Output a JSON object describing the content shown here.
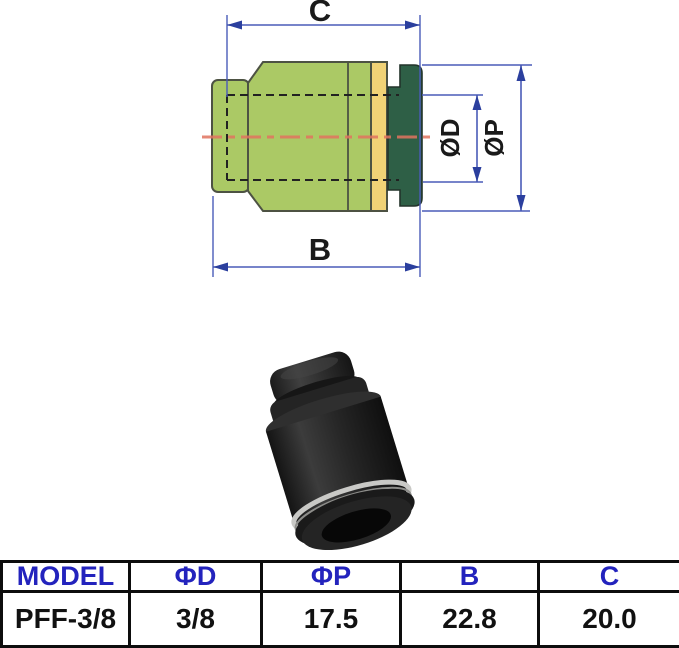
{
  "drawing": {
    "dim_c_label": "C",
    "dim_b_label": "B",
    "dim_d_label": "ØD",
    "dim_p_label": "ØP",
    "colors": {
      "body_green": "#abc965",
      "ring_yellow": "#f1d276",
      "cap_dark_green": "#2e5f46",
      "outline_dark": "#4d5243",
      "dimension_blue": "#4a5cb8",
      "arrow_navy": "#2b3f9e",
      "centerline_orange": "#e0735f",
      "hidden_line_black": "#222222"
    }
  },
  "photo": {
    "colors": {
      "body_black": "#1f1f1f",
      "highlight_gray": "#3c3c3c",
      "ring_silver": "#c9c9c6",
      "bore_dark": "#070707"
    }
  },
  "table": {
    "header_color": "#2323bd",
    "headers": [
      "MODEL",
      "ΦD",
      "ΦP",
      "B",
      "C"
    ],
    "rows": [
      [
        "PFF-3/8",
        "3/8",
        "17.5",
        "22.8",
        "20.0"
      ]
    ]
  }
}
